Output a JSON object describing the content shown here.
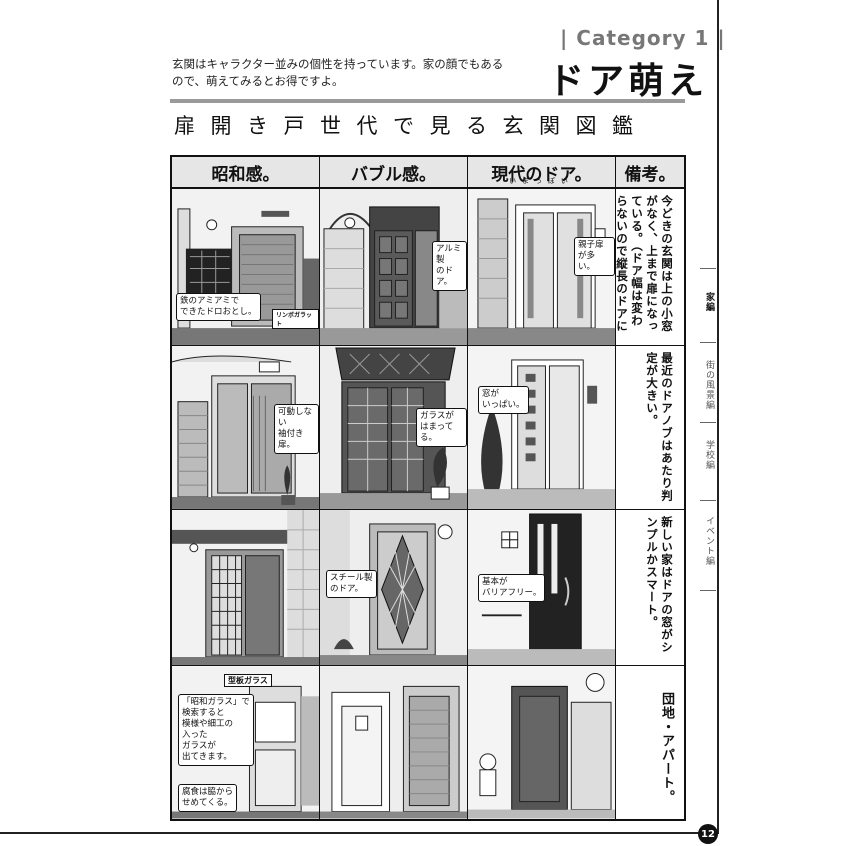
{
  "header": {
    "category": "| Category 1 |",
    "title": "ドア萌え",
    "intro": "玄関はキャラクター並みの個性を持っています。家の顔でもあるので、萌えてみるとお得ですよ。",
    "subtitle": "扉開き戸世代で見る玄関図鑑"
  },
  "table": {
    "headers": [
      "昭和感。",
      "バブル感。",
      "現代のドア。",
      "備考。"
    ],
    "ruby": "いまっぽい",
    "rows": [
      {
        "notes": "今どきの玄関は上の小窓がなく、上まで扉になっている。（ドア幅は変わらないので縦長のドアに見える）",
        "bubbles": {
          "showa": "鉄のアミアミで\nできたドロおとし。",
          "showa_sign": "リンボガラット",
          "bubble": "アルミ製\nのドア。",
          "modern": "親子扉\nが多い。"
        }
      },
      {
        "notes": "最近のドアノブはあたり判定が大きい。",
        "bubbles": {
          "showa": "可動しない\n袖付き扉。",
          "bubble": "ガラスが\nはまってる。",
          "modern": "窓が\nいっぱい。"
        }
      },
      {
        "notes": "新しい家はドアの窓がシンプルかスマート。",
        "bubbles": {
          "bubble": "スチール製\nのドア。",
          "modern": "基本が\nバリアフリー。"
        }
      },
      {
        "notes": "団地・アパート。",
        "bubbles": {
          "showa_sign": "型板ガラス",
          "showa": "「昭和ガラス」で\n検索すると\n模様や細工の\n入った\nガラスが\n出てきます。",
          "showa2": "腐食は脇から\nせめてくる。"
        }
      }
    ]
  },
  "sidebar": {
    "tabs": [
      "家編",
      "街の風景編",
      "学校編",
      "イベント編"
    ]
  },
  "page_number": "12"
}
